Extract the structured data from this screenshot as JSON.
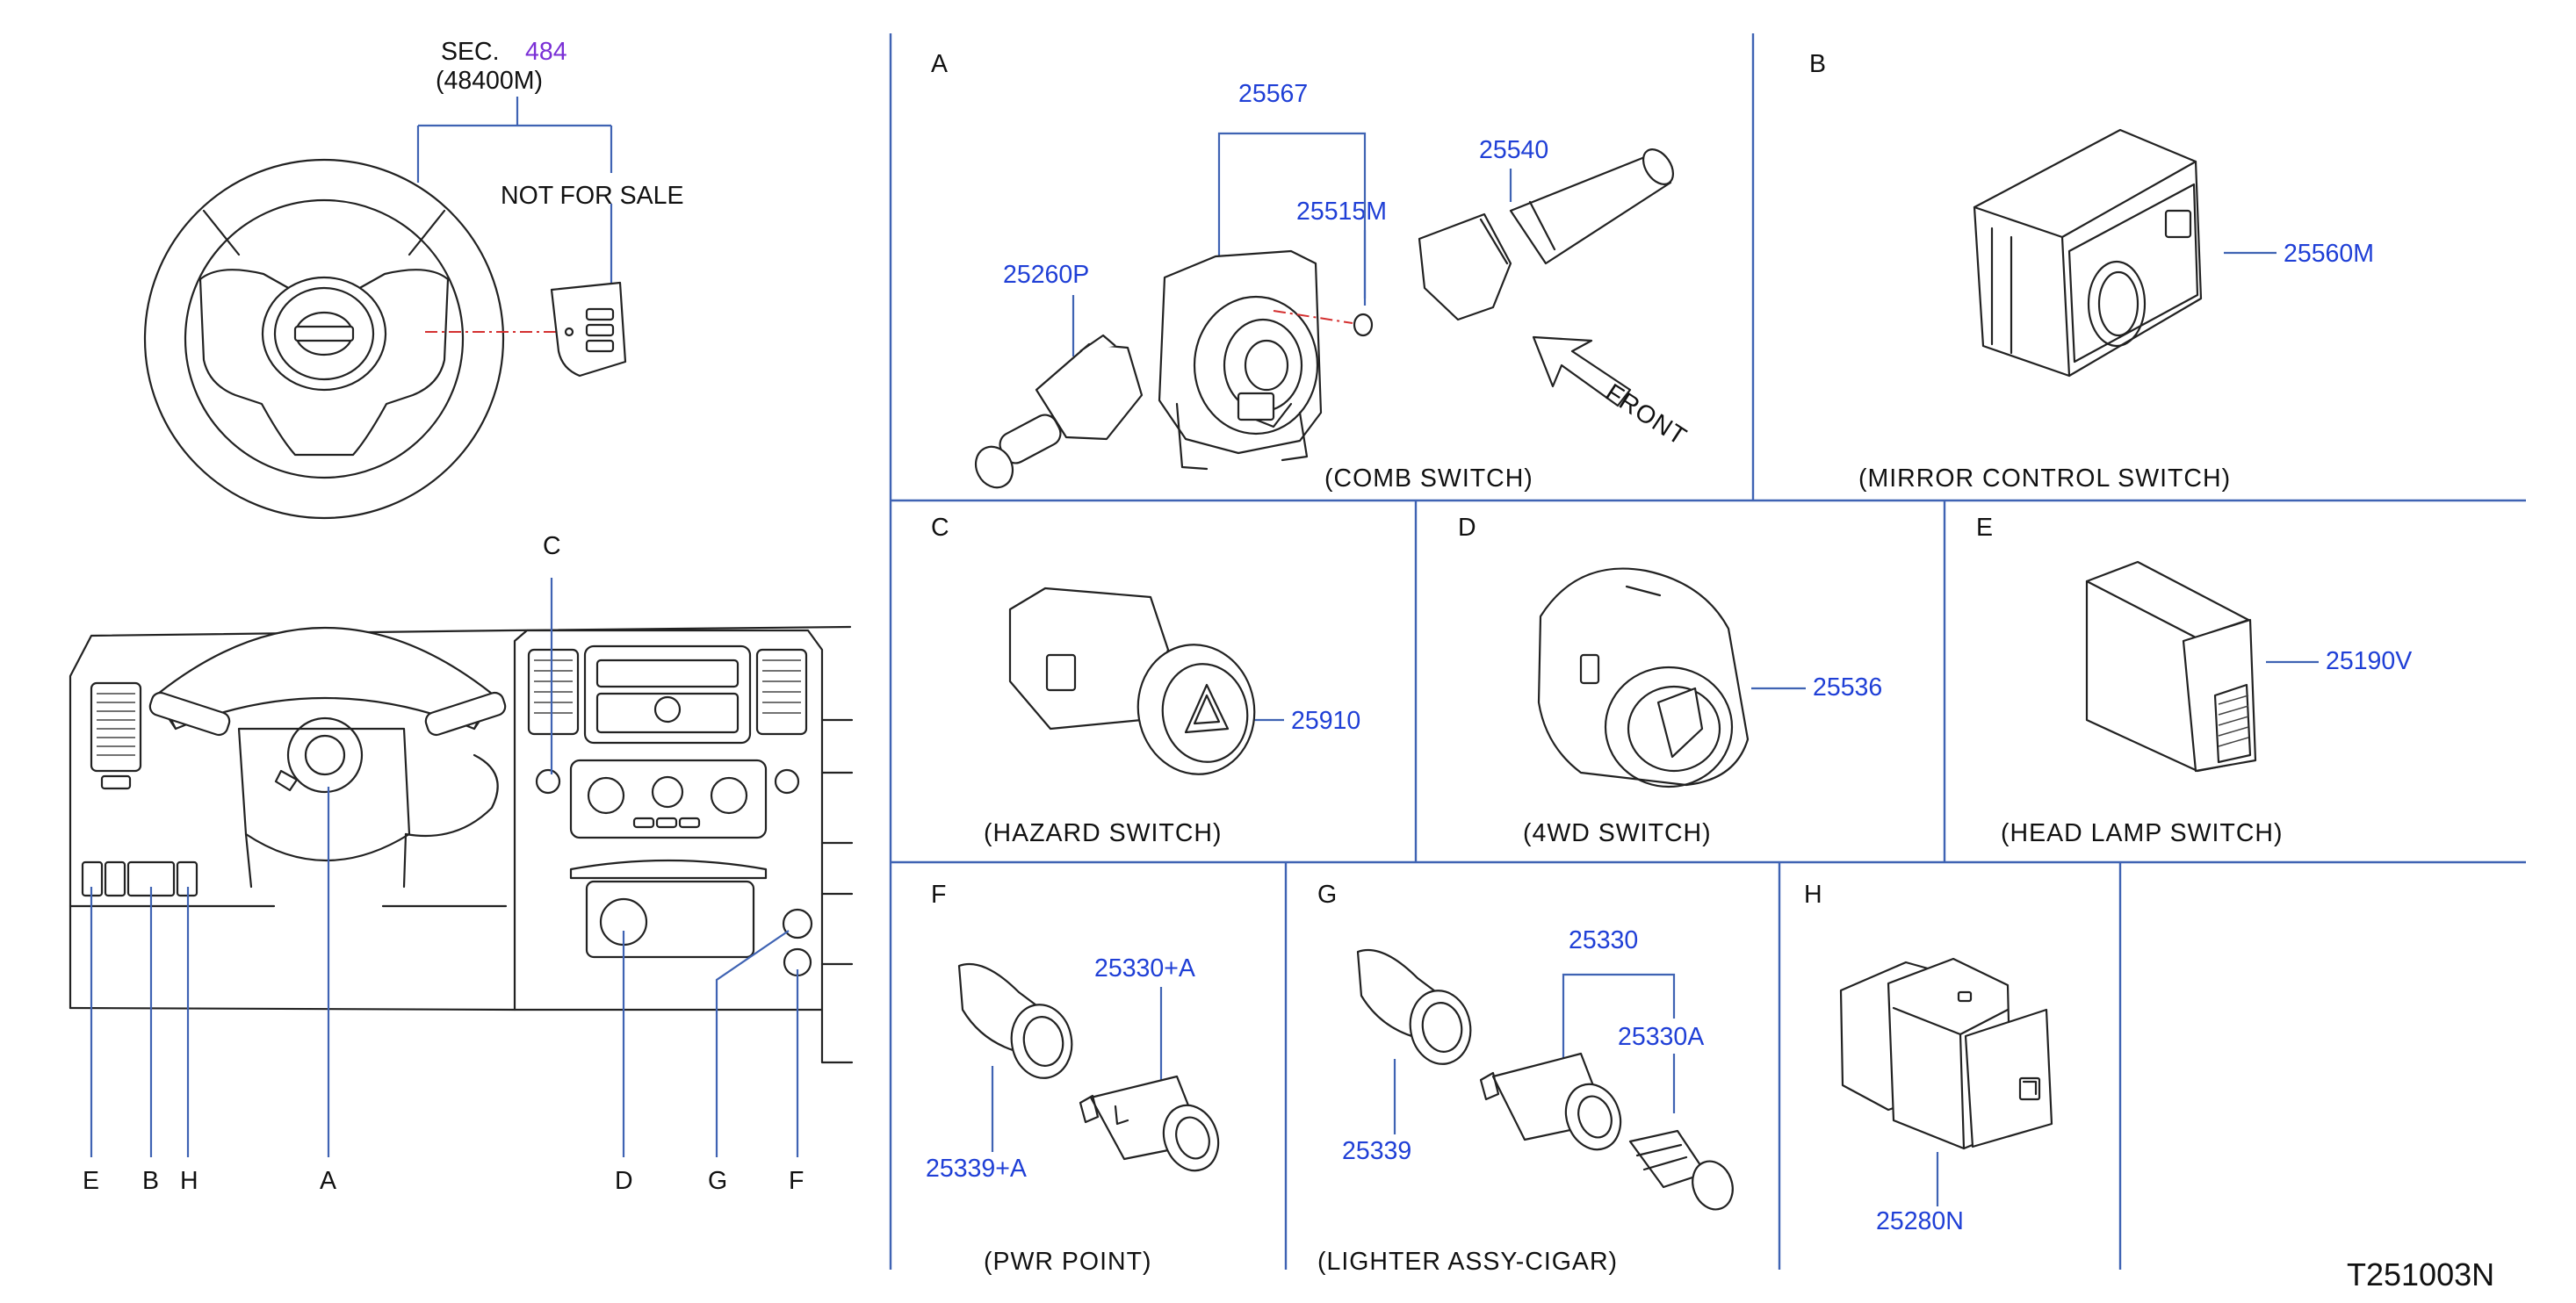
{
  "steering_section": {
    "sec_prefix": "SEC.",
    "sec_number": "484",
    "sec_part": "(48400M)",
    "not_for_sale": "NOT   FOR   SALE"
  },
  "dash_location_labels": [
    "C",
    "E",
    "B",
    "H",
    "A",
    "D",
    "G",
    "F"
  ],
  "panels": {
    "A": {
      "letter": "A",
      "title": "(COMB   SWITCH)",
      "parts": [
        "25567",
        "25540",
        "25515M",
        "25260P"
      ],
      "front_label": "FRONT"
    },
    "B": {
      "letter": "B",
      "title": "(MIRROR   CONTROL   SWITCH)",
      "parts": [
        "25560M"
      ]
    },
    "C": {
      "letter": "C",
      "title": "(HAZARD   SWITCH)",
      "parts": [
        "25910"
      ]
    },
    "D": {
      "letter": "D",
      "title": "(4WD   SWITCH)",
      "parts": [
        "25536"
      ]
    },
    "E": {
      "letter": "E",
      "title": "(HEAD   LAMP   SWITCH)",
      "parts": [
        "25190V"
      ]
    },
    "F": {
      "letter": "F",
      "title": "(PWR   POINT)",
      "parts": [
        "25330+A",
        "25339+A"
      ]
    },
    "G": {
      "letter": "G",
      "title": "(LIGHTER   ASSY-CIGAR)",
      "parts": [
        "25330",
        "25330A",
        "25339"
      ]
    },
    "H": {
      "letter": "H",
      "title": "",
      "parts": [
        "25280N"
      ]
    }
  },
  "diagram_code": "T251003N",
  "colors": {
    "part_number": "#1f3fd6",
    "section_reference": "#7a2fd6",
    "frame_lines": "#3f63b3",
    "centerline": "#d43030",
    "ink": "#222222"
  }
}
